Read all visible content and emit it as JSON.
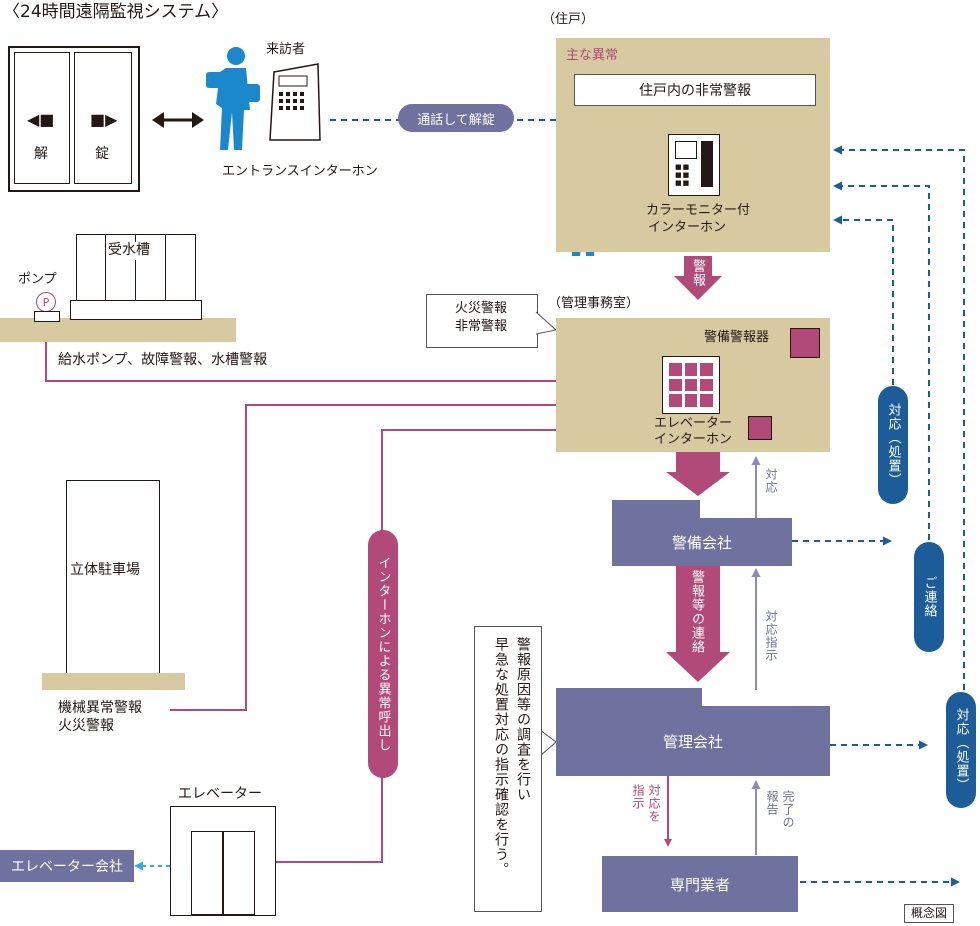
{
  "title": "〈24時間遠隔監視システム〉",
  "door": {
    "left_label": "解",
    "right_label": "錠"
  },
  "visitor_label": "来訪者",
  "entrance_intercom_label": "エントランスインターホン",
  "call_unlock_pill": "通話して解錠",
  "residence": {
    "header": "（住戸）",
    "main_abnormal_label": "主な異常",
    "emergency_alarm": "住戸内の非常警報",
    "monitor_intercom_line1": "カラーモニター付",
    "monitor_intercom_line2": "インターホン"
  },
  "alarm_arrow_label": "警報",
  "water_tank": {
    "pump_label": "ポンプ",
    "pump_symbol": "P",
    "tank_label": "受水槽"
  },
  "pump_alarm_text": "給水ポンプ、故障警報、水槽警報",
  "fire_callout": {
    "line1": "火災警報",
    "line2": "非常警報"
  },
  "management_office": {
    "header": "（管理事務室）",
    "security_alarm": "警備警報器",
    "elevator_intercom_line1": "エレベーター",
    "elevator_intercom_line2": "インターホン"
  },
  "parking": {
    "label": "立体駐車場",
    "alarm_line1": "機械異常警報",
    "alarm_line2": "火災警報"
  },
  "intercom_call_pill": "インターホンによる異常呼出し",
  "security_company": "警備会社",
  "response_label": "対応",
  "alarm_contact_label": "警報等の連絡",
  "response_instruction_label": "対応指示",
  "management_company": "管理会社",
  "investigation_note": [
    "警報原因等の調査を行い",
    "早急な処置対応の指示確認を行う。"
  ],
  "instruct_response_label": [
    "対応を",
    "指示"
  ],
  "completion_report_label": [
    "完了の",
    "報告"
  ],
  "specialist": "専門業者",
  "elevator_label": "エレベーター",
  "elevator_company": "エレベーター会社",
  "pill_response_treatment_1": "対応（処置）",
  "pill_contact": "ご連絡",
  "pill_response_treatment_2": "対応（処置）",
  "concept_label": "概念図",
  "colors": {
    "beige": "#d8caa0",
    "navy": "#6f719e",
    "magenta": "#b14a78",
    "blue": "#1c5d99",
    "person": "#1b88cc",
    "lavender": "#8b8bb3"
  }
}
